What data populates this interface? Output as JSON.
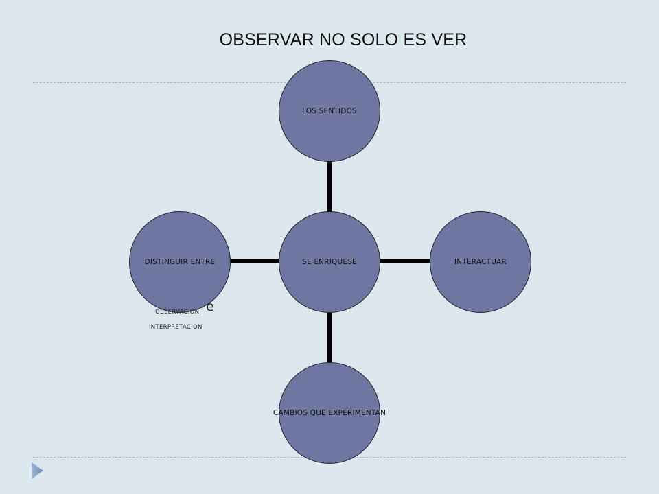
{
  "slide": {
    "title": "OBSERVAR NO SOLO ES VER"
  },
  "diagram": {
    "center": "SE ENRIQUESE",
    "top": "LOS SENTIDOS",
    "right": "INTERACTUAR",
    "bottom": "CAMBIOS QUE EXPERIMENTAN",
    "left": "DISTINGUIR ENTRE",
    "left_overflow_line1": "OBSERVACION",
    "left_overflow_e": "e",
    "left_overflow_line2": "INTERPRETACION"
  },
  "colors": {
    "background": "#dde7ee",
    "node_fill": "#6f77a0",
    "connector": "#000000",
    "bullet": "#7b98c4"
  }
}
